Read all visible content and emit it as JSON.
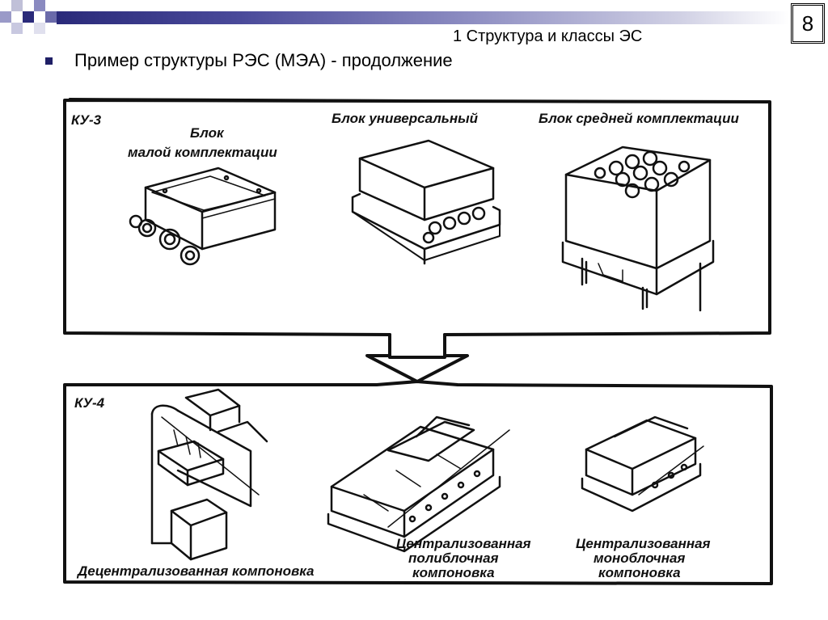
{
  "header": {
    "title": "1 Структура и классы ЭС",
    "slide_number": "8"
  },
  "subtitle": "Пример структуры РЭС (МЭА) - продолжение",
  "colors": {
    "bar_dark": "#2a2a7a",
    "bullet": "#1f1f66"
  },
  "panel_top": {
    "label": "КУ-3",
    "items": [
      {
        "line1": "Блок",
        "line2": "малой комплектации"
      },
      {
        "line1": "Блок универсальный"
      },
      {
        "line1": "Блок средней комплектации"
      }
    ]
  },
  "panel_bottom": {
    "label": "КУ-4",
    "items": [
      {
        "line1": "Децентрализованная компоновка"
      },
      {
        "line1": "Централизованная",
        "line2": "полиблочная",
        "line3": "компоновка"
      },
      {
        "line1": "Централизованная",
        "line2": "моноблочная",
        "line3": "компоновка"
      }
    ]
  }
}
